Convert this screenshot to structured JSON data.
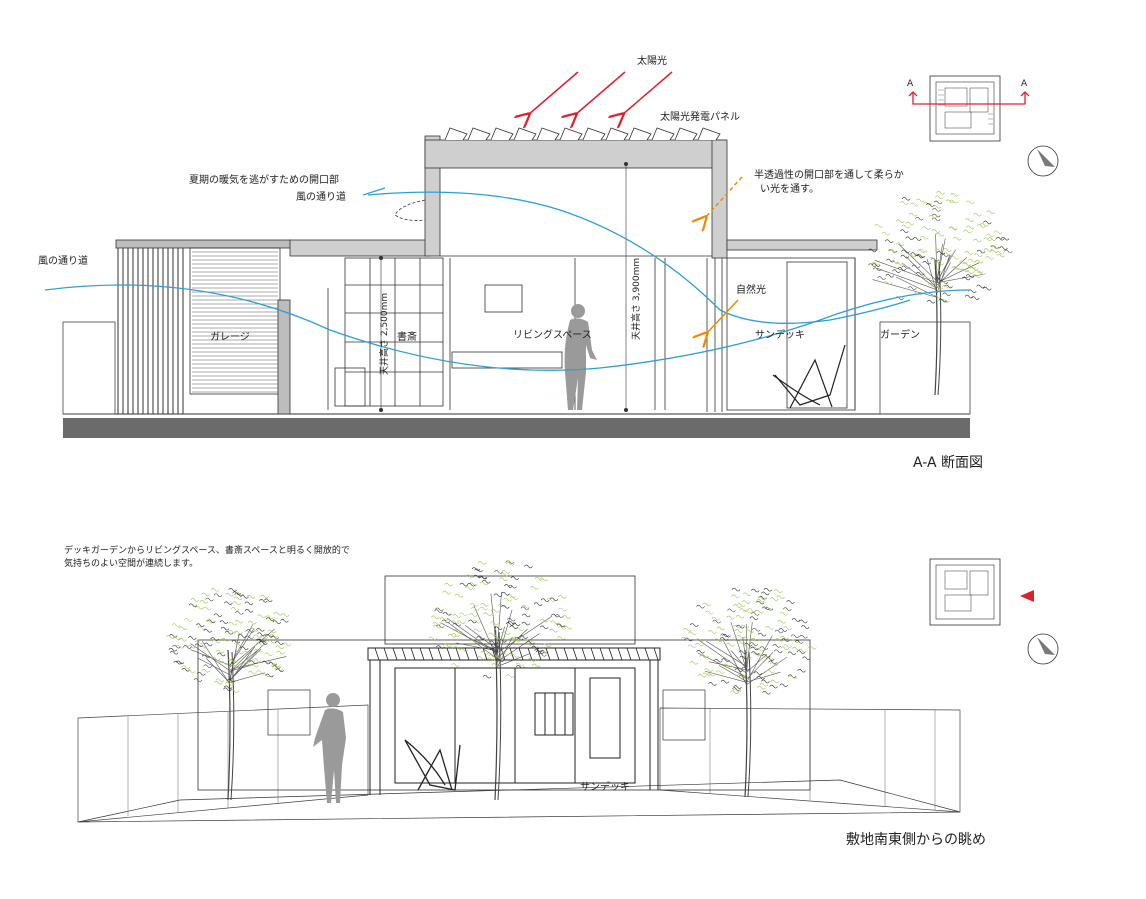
{
  "labels": {
    "sunlight": "太陽光",
    "solar_panel": "太陽光発電パネル",
    "summer_vent": "夏期の暖気を逃がすための開口部",
    "wind_path_top": "風の通り道",
    "wind_path_left": "風の通り道",
    "semi_transparent": "半透過性の開口部を通して柔らか",
    "semi_transparent_2": "い光を通す。",
    "natural_light": "自然光",
    "garage": "ガレージ",
    "study": "書斎",
    "living": "リビングスペース",
    "sundeck": "サンデッキ",
    "garden": "ガーデン",
    "ceiling_study": "天井高さ 2,500mm",
    "ceiling_living": "天井高さ 3,900mm",
    "section_title": "A-A 断面図",
    "section_marker_left": "A",
    "section_marker_right": "A",
    "desc_line1": "デッキガーデンからリビングスペース、書斎スペースと明るく開放的で",
    "desc_line2": "気持ちのよい空間が連続します。",
    "sundeck_view": "サンデッキ",
    "view_title": "敷地南東側からの眺め"
  },
  "colors": {
    "wind": "#2e9fd8",
    "sun_arrow": "#e0202a",
    "soft_light": "#f08a00",
    "ground": "#6b6b6b",
    "leaf_green": "#9cc84a",
    "person": "#9a9a9a",
    "marker": "#e0202a"
  }
}
